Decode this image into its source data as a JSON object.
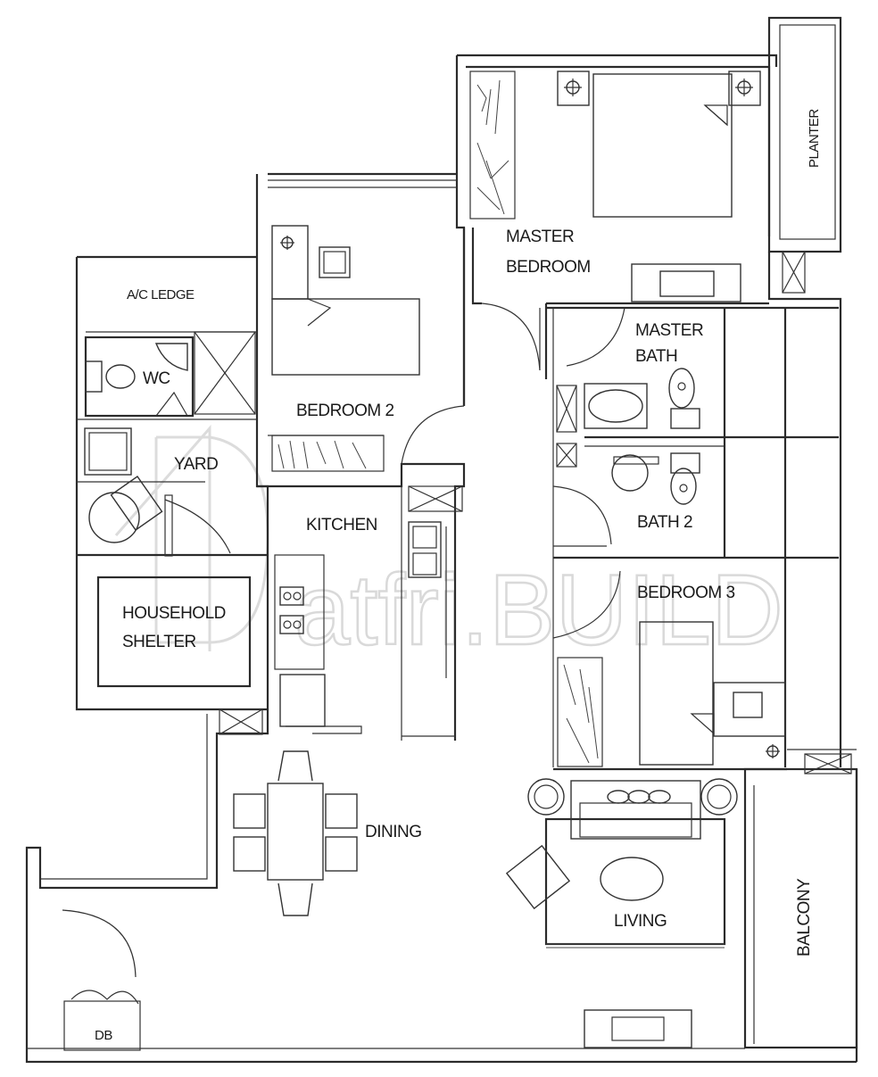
{
  "rooms": {
    "master_bedroom_1": "MASTER",
    "master_bedroom_2": "BEDROOM",
    "planter": "PLANTER",
    "ac_ledge": "A/C LEDGE",
    "wc": "WC",
    "bedroom_2": "BEDROOM 2",
    "master_bath_1": "MASTER",
    "master_bath_2": "BATH",
    "yard": "YARD",
    "kitchen": "KITCHEN",
    "bath_2": "BATH 2",
    "household_shelter_1": "HOUSEHOLD",
    "household_shelter_2": "SHELTER",
    "bedroom_3": "BEDROOM 3",
    "dining": "DINING",
    "living": "LIVING",
    "balcony": "BALCONY",
    "db": "DB"
  },
  "watermark": "atfri.BUILD"
}
